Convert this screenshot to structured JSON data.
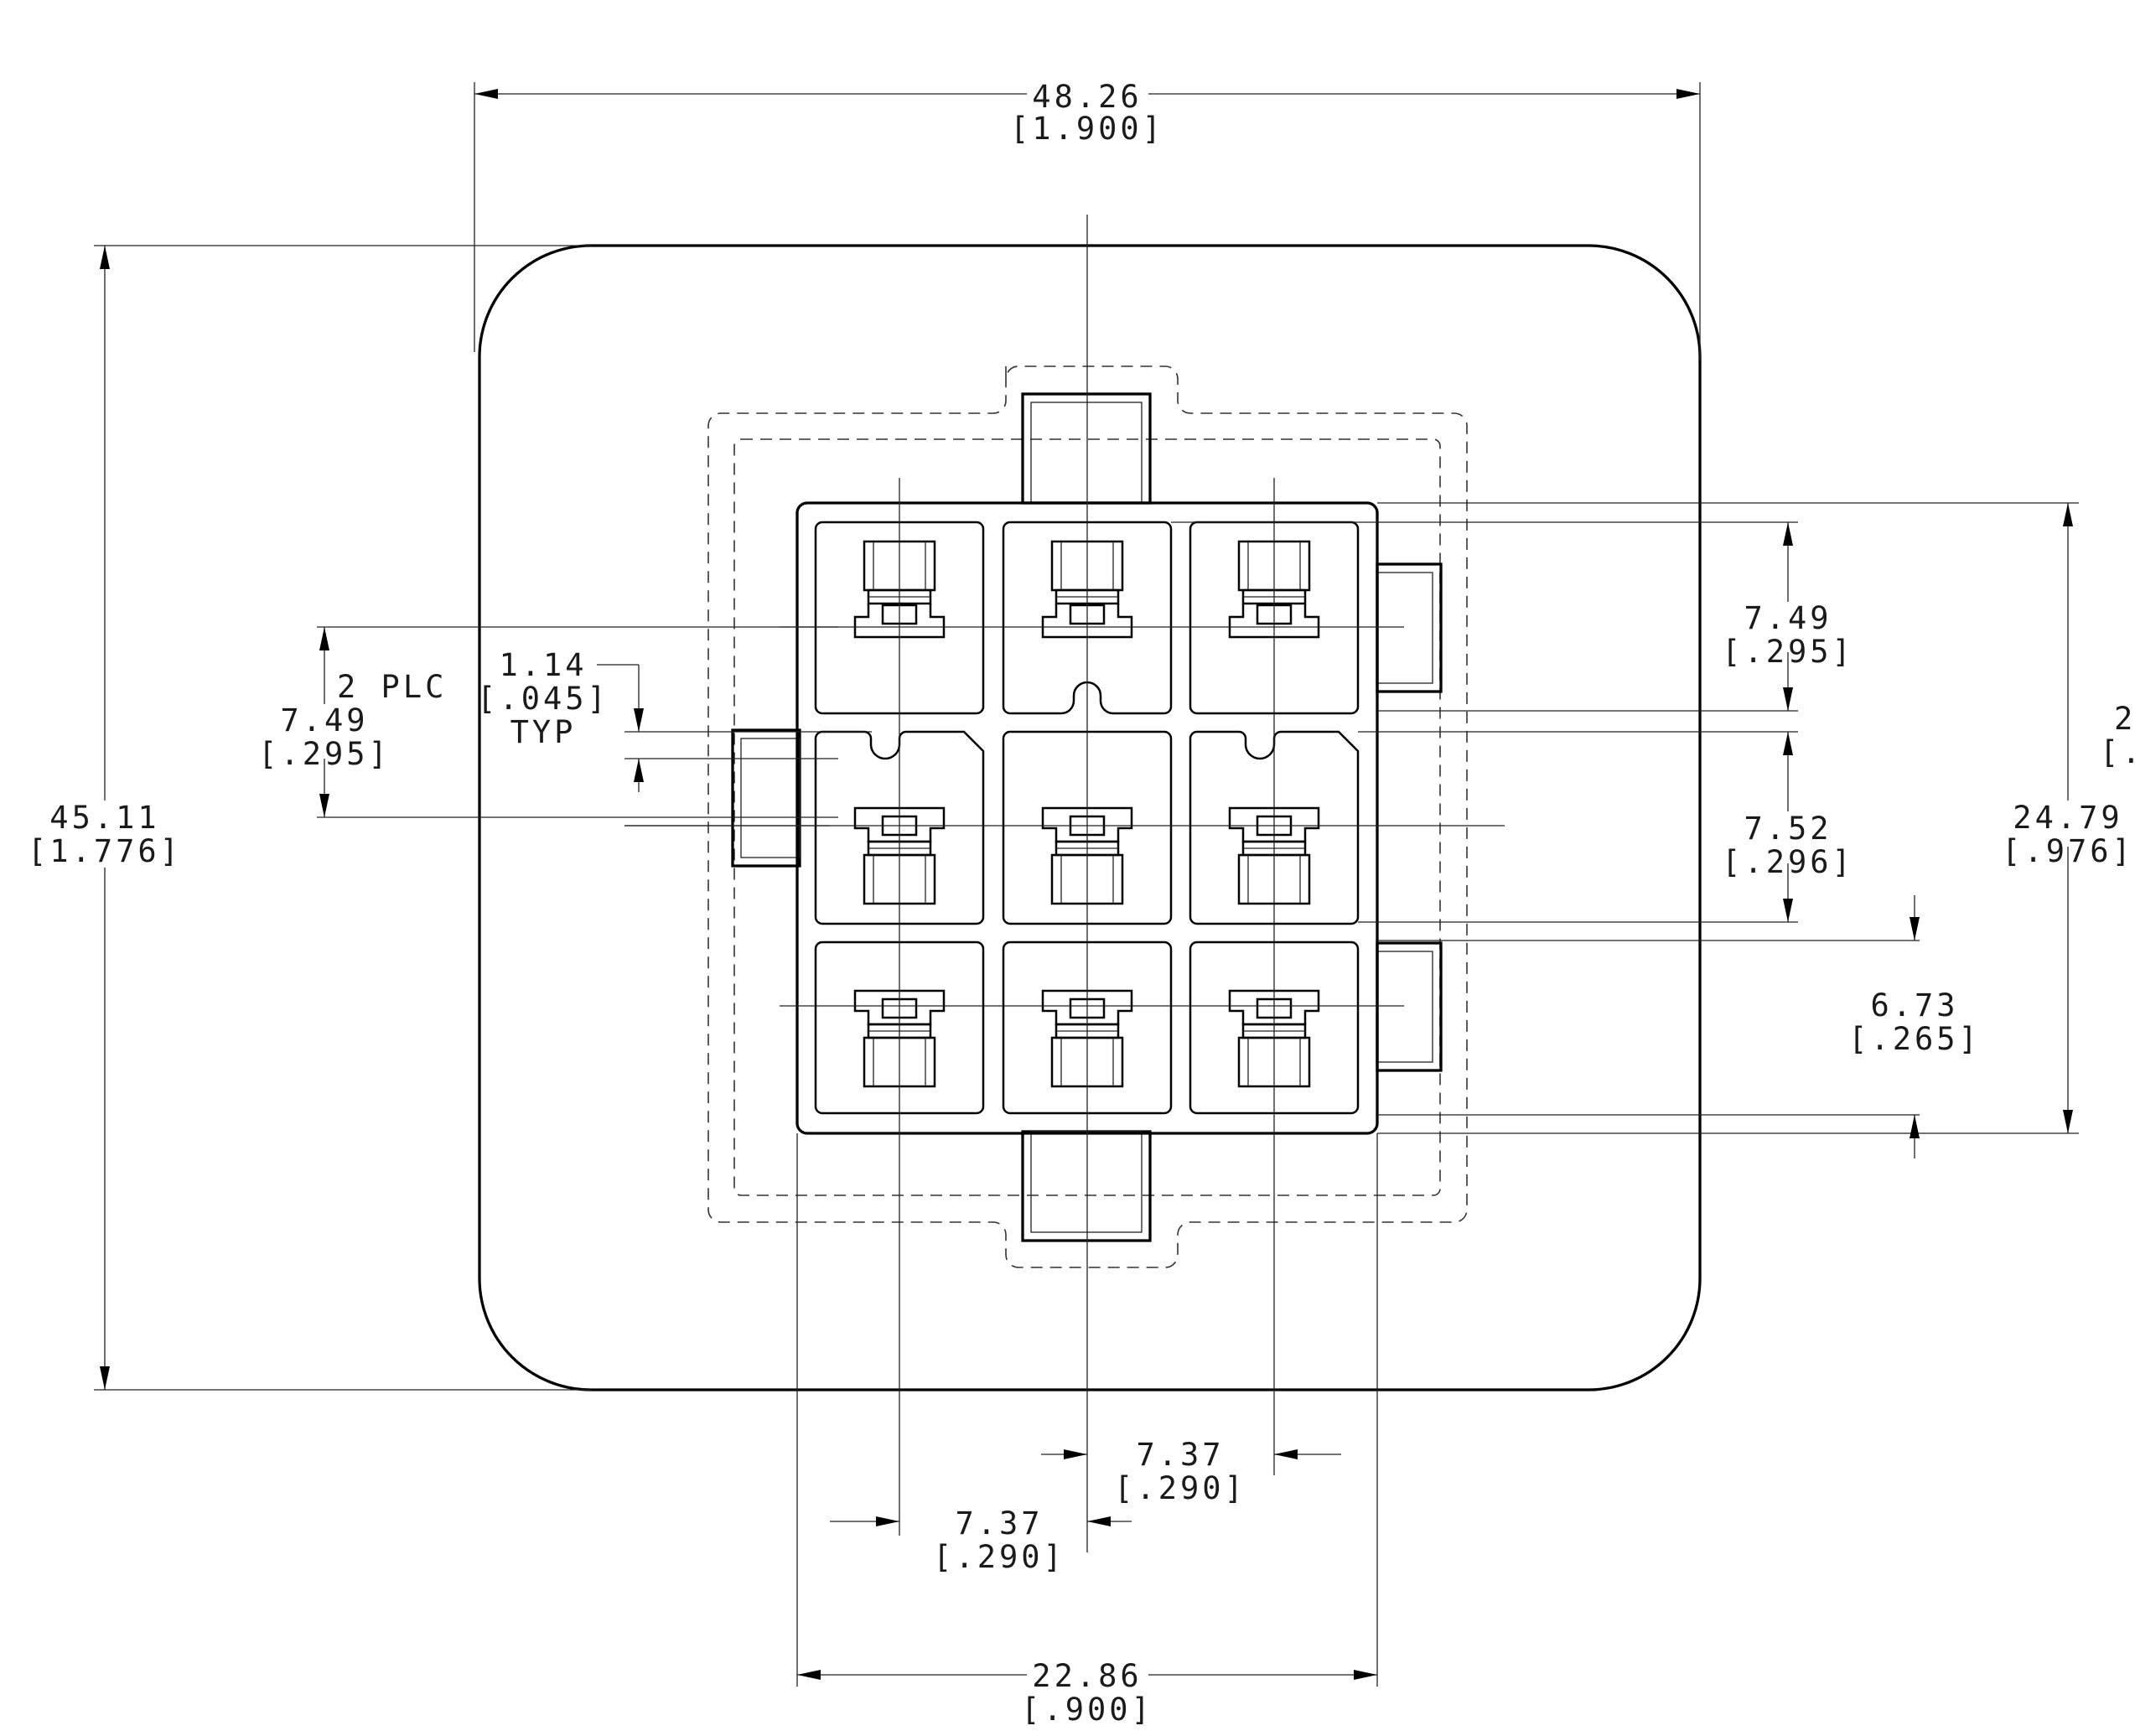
{
  "dimensions": {
    "overall_width": {
      "mm": "48.26",
      "in": "[1.900]"
    },
    "overall_height": {
      "mm": "45.11",
      "in": "[1.776]"
    },
    "connector_width": {
      "mm": "22.86",
      "in": "[.900]"
    },
    "connector_height": {
      "mm": "24.79",
      "in": "[.976]"
    },
    "row_pitch_top": {
      "mm": "7.49",
      "in": "[.295]"
    },
    "row_pitch_mid": {
      "mm": "7.52",
      "in": "[.296]"
    },
    "bottom_row_offset": {
      "mm": "6.73",
      "in": "[.265]"
    },
    "col_pitch_left": {
      "mm": "7.37",
      "in": "[.290]"
    },
    "col_pitch_right": {
      "mm": "7.37",
      "in": "[.290]"
    },
    "left_row_pitch": {
      "mm": "7.49",
      "in": "[.295]",
      "note": "2 PLC"
    },
    "key_slot": {
      "mm": "1.14",
      "in": "[.045]",
      "note": "TYP"
    },
    "clipped_right": {
      "mm": "2",
      "in": "[."
    }
  }
}
